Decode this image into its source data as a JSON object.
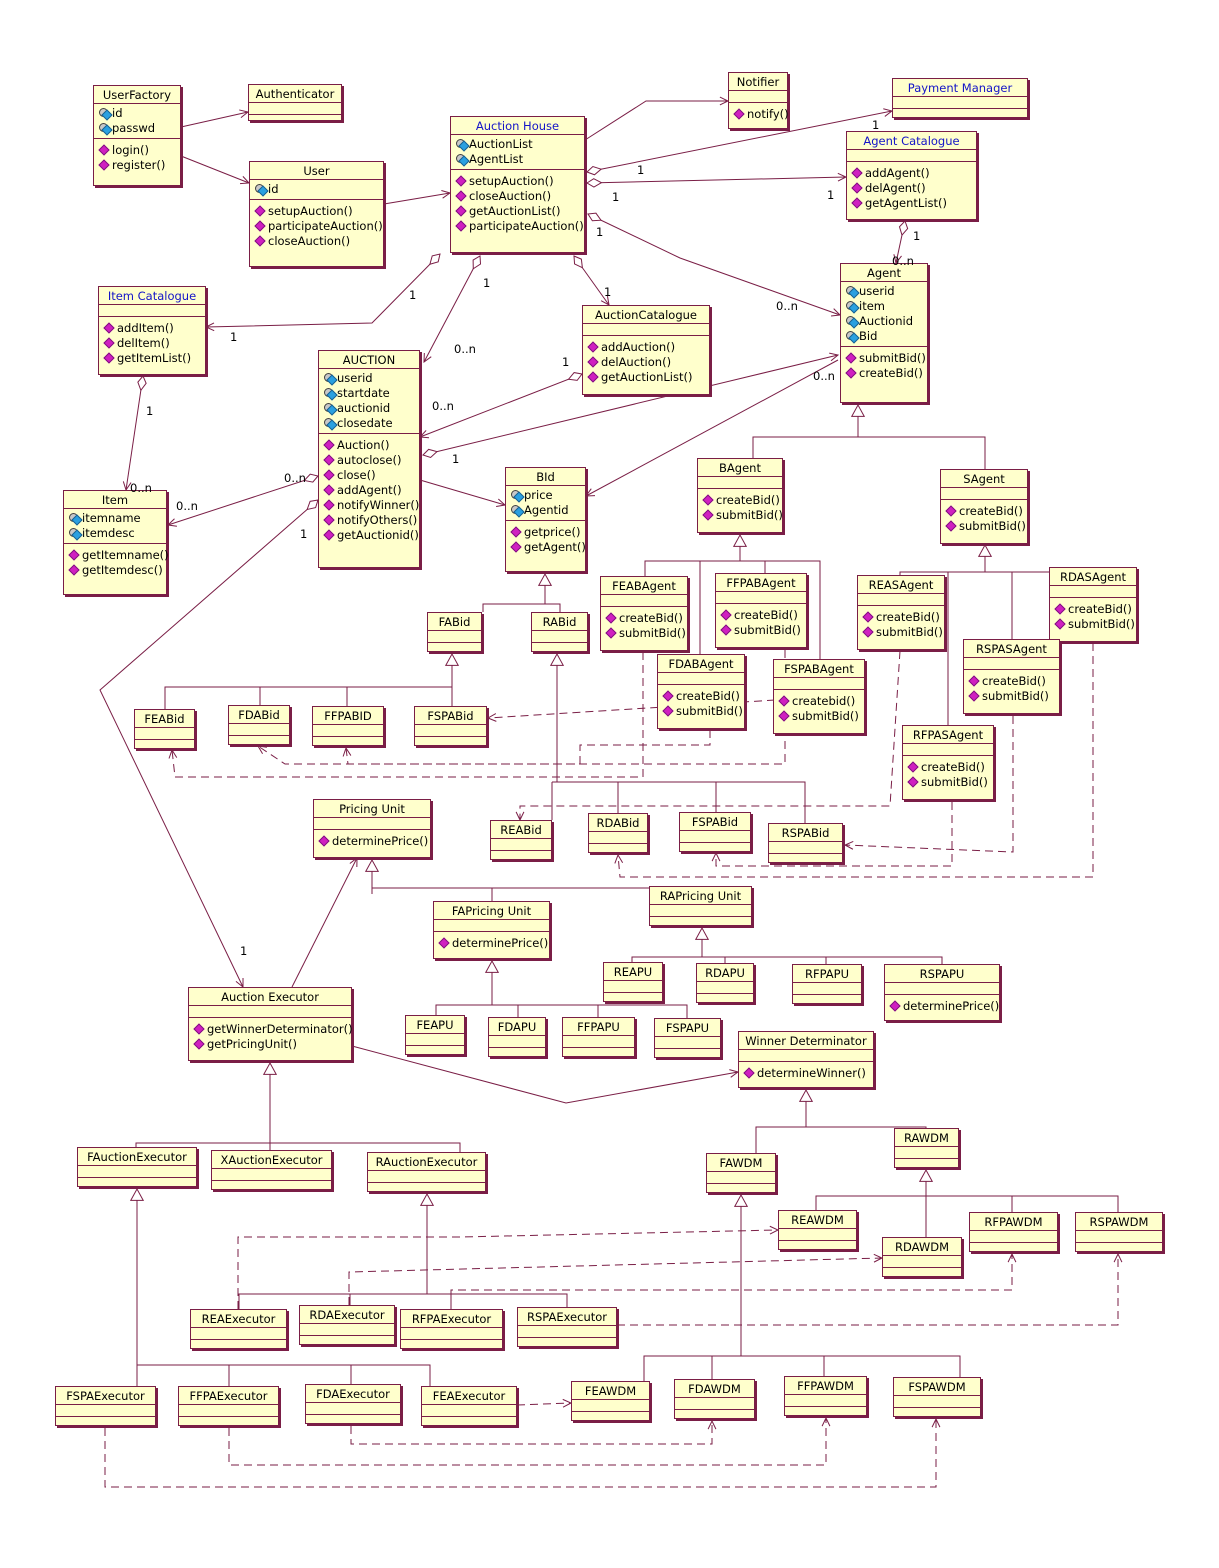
{
  "colors": {
    "line": "#7a1e46",
    "fill": "#ffffcc",
    "attr_icon": "#2aa0e0",
    "op_icon": "#d020c0",
    "highlight_name": "#1414c8"
  },
  "classes": {
    "userfactory": {
      "name": "UserFactory",
      "attrs": [
        "id",
        "passwd"
      ],
      "ops": [
        "login()",
        "register()"
      ]
    },
    "authenticator": {
      "name": "Authenticator"
    },
    "user": {
      "name": "User",
      "attrs": [
        "id"
      ],
      "ops": [
        "setupAuction()",
        "participateAuction()",
        "closeAuction()"
      ]
    },
    "auctionhouse": {
      "name": "Auction House",
      "attrs": [
        "AuctionList",
        "AgentList"
      ],
      "ops": [
        "setupAuction()",
        "closeAuction()",
        "getAuctionList()",
        "participateAuction()"
      ]
    },
    "notifier": {
      "name": "Notifier",
      "ops": [
        "notify()"
      ]
    },
    "paymentmanager": {
      "name": "Payment Manager"
    },
    "agentcatalogue": {
      "name": "Agent Catalogue",
      "ops": [
        "addAgent()",
        "delAgent()",
        "getAgentList()"
      ]
    },
    "agent": {
      "name": "Agent",
      "attrs": [
        "userid",
        "item",
        "Auctionid",
        "Bid"
      ],
      "ops": [
        "submitBid()",
        "createBid()"
      ]
    },
    "itemcatalogue": {
      "name": "Item Catalogue",
      "ops": [
        "addItem()",
        "delItem()",
        "getItemList()"
      ]
    },
    "auctioncatalogue": {
      "name": "AuctionCatalogue",
      "ops": [
        "addAuction()",
        "delAuction()",
        "getAuctionList()"
      ]
    },
    "auction": {
      "name": "AUCTION",
      "attrs": [
        "userid",
        "startdate",
        "auctionid",
        "closedate"
      ],
      "ops": [
        "Auction()",
        "autoclose()",
        "close()",
        "addAgent()",
        "notifyWinner()",
        "notifyOthers()",
        "getAuctionid()"
      ]
    },
    "item": {
      "name": "Item",
      "attrs": [
        "itemname",
        "itemdesc"
      ],
      "ops": [
        "getItemname()",
        "getItemdesc()"
      ]
    },
    "bid": {
      "name": "BId",
      "attrs": [
        "price",
        "Agentid"
      ],
      "ops": [
        "getprice()",
        "getAgent()"
      ]
    },
    "bagent": {
      "name": "BAgent",
      "ops": [
        "createBid()",
        "submitBid()"
      ]
    },
    "sagent": {
      "name": "SAgent",
      "ops": [
        "createBid()",
        "submitBid()"
      ]
    },
    "feabagent": {
      "name": "FEABAgent",
      "ops": [
        "createBid()",
        "submitBid()"
      ]
    },
    "ffpabagent": {
      "name": "FFPABAgent",
      "ops": [
        "createBid()",
        "submitBid()"
      ]
    },
    "fdabagent": {
      "name": "FDABAgent",
      "ops": [
        "createBid()",
        "submitBid()"
      ]
    },
    "fspabagent": {
      "name": "FSPABAgent",
      "ops": [
        "createbid()",
        "submitBid()"
      ]
    },
    "reasagent": {
      "name": "REASAgent",
      "ops": [
        "createBid()",
        "submitBid()"
      ]
    },
    "rdasagent": {
      "name": "RDASAgent",
      "ops": [
        "createBid()",
        "submitBid()"
      ]
    },
    "rspasagent": {
      "name": "RSPASAgent",
      "ops": [
        "createBid()",
        "submitBid()"
      ]
    },
    "rfpasagent": {
      "name": "RFPASAgent",
      "ops": [
        "createBid()",
        "submitBid()"
      ]
    },
    "fabid": {
      "name": "FABid"
    },
    "rabid": {
      "name": "RABid"
    },
    "feabid": {
      "name": "FEABid"
    },
    "fdabid": {
      "name": "FDABid"
    },
    "ffpabid": {
      "name": "FFPABID"
    },
    "fspabid": {
      "name": "FSPABid"
    },
    "reabid": {
      "name": "REABid"
    },
    "rdabid": {
      "name": "RDABid"
    },
    "fspabid2": {
      "name": "FSPABid"
    },
    "rspabid": {
      "name": "RSPABid"
    },
    "pricingunit": {
      "name": "Pricing Unit",
      "ops": [
        "determinePrice()"
      ]
    },
    "fapricingunit": {
      "name": "FAPricing Unit",
      "ops": [
        "determinePrice()"
      ]
    },
    "rapricingunit": {
      "name": "RAPricing Unit"
    },
    "reapu": {
      "name": "REAPU"
    },
    "rdapu": {
      "name": "RDAPU"
    },
    "rfpapu": {
      "name": "RFPAPU"
    },
    "rspapu": {
      "name": "RSPAPU",
      "ops": [
        "determinePrice()"
      ]
    },
    "feapu": {
      "name": "FEAPU"
    },
    "fdapu": {
      "name": "FDAPU"
    },
    "ffpapu": {
      "name": "FFPAPU"
    },
    "fspapu": {
      "name": "FSPAPU"
    },
    "auctionexecutor": {
      "name": "Auction Executor",
      "ops": [
        "getWinnerDeterminator()",
        "getPricingUnit()"
      ]
    },
    "winnerdeterminator": {
      "name": "Winner Determinator",
      "ops": [
        "determineWinner()"
      ]
    },
    "fauctionexecutor": {
      "name": "FAuctionExecutor"
    },
    "xauctionexecutor": {
      "name": "XAuctionExecutor"
    },
    "rauctionexecutor": {
      "name": "RAuctionExecutor"
    },
    "fawdm": {
      "name": "FAWDM"
    },
    "rawdm": {
      "name": "RAWDM"
    },
    "reawdm": {
      "name": "REAWDM"
    },
    "rdawdm": {
      "name": "RDAWDM"
    },
    "rfpawdm": {
      "name": "RFPAWDM"
    },
    "rspawdm": {
      "name": "RSPAWDM"
    },
    "reaexecutor": {
      "name": "REAExecutor"
    },
    "rdaexecutor": {
      "name": "RDAExecutor"
    },
    "rfpaexecutor": {
      "name": "RFPAExecutor"
    },
    "rspaexecutor": {
      "name": "RSPAExecutor"
    },
    "fspaexecutor": {
      "name": "FSPAExecutor"
    },
    "ffpaexecutor": {
      "name": "FFPAExecutor"
    },
    "fdaexecutor": {
      "name": "FDAExecutor"
    },
    "feaexecutor": {
      "name": "FEAExecutor"
    },
    "feawdm": {
      "name": "FEAWDM"
    },
    "fdawdm": {
      "name": "FDAWDM"
    },
    "ffpawdm": {
      "name": "FFPAWDM"
    },
    "fspawdm": {
      "name": "FSPAWDM"
    }
  },
  "multiplicities": [
    "1",
    "1",
    "1",
    "1",
    "1",
    "1",
    "0..n",
    "1",
    "0..n",
    "1",
    "1",
    "0..n",
    "1",
    "0..n",
    "1",
    "0..n",
    "1",
    "0..n",
    "0..n",
    "0..n",
    "1",
    "1",
    "1"
  ]
}
